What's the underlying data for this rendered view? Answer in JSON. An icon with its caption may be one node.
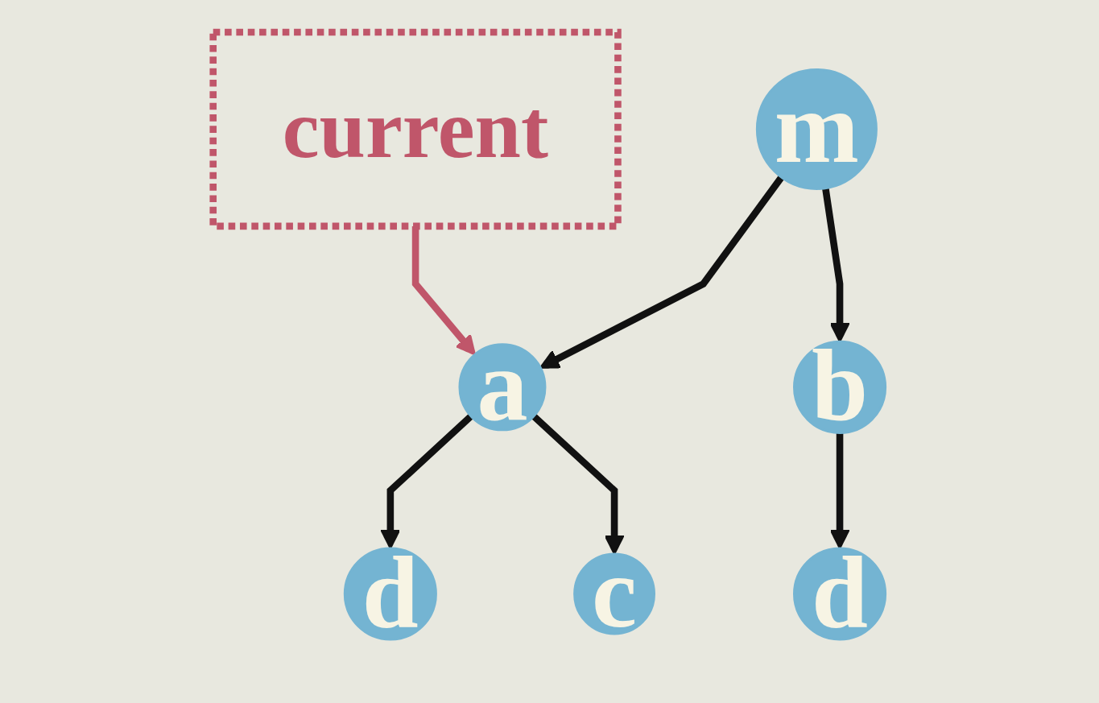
{
  "diagram": {
    "nodes": [
      {
        "text": [
          "m"
        ]
      },
      {
        "text": [
          "current"
        ]
      },
      {
        "text": [
          "a"
        ]
      },
      {
        "text": [
          "b"
        ]
      },
      {
        "text": [
          "d"
        ]
      },
      {
        "text": [
          "c"
        ]
      },
      {
        "text": [
          "d"
        ]
      }
    ],
    "edges": [
      {
        "from": 0,
        "to": 2,
        "arrow": "to"
      },
      {
        "from": 0,
        "to": 3,
        "arrow": "to"
      },
      {
        "from": 1,
        "to": 2,
        "arrow": "to",
        "color": "#c0566a"
      },
      {
        "from": 2,
        "to": 4,
        "arrow": "to"
      },
      {
        "from": 2,
        "to": 5,
        "arrow": "to"
      },
      {
        "from": 3,
        "to": 6,
        "arrow": "to"
      }
    ]
  }
}
